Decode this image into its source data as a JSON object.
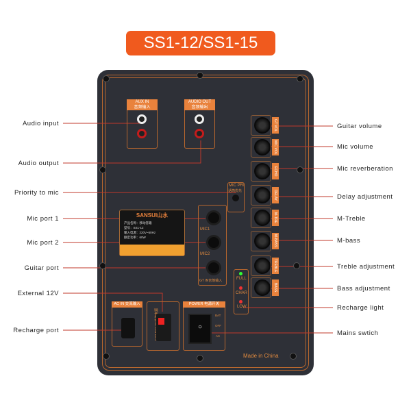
{
  "title": "SS1-12/SS1-15",
  "left_labels": [
    "Audio input",
    "Audio output",
    "Priority to mic",
    "Mic port 1",
    "Mic port 2",
    "Guitar port",
    "External 12V",
    "Recharge port"
  ],
  "right_labels": [
    "Guitar volume",
    "Mic volume",
    "Mic reverberation",
    "Delay adjustment",
    "M-Treble",
    "M-bass",
    "Treble adjustment",
    "Bass adjustment",
    "Recharge light",
    "Mains swtich"
  ],
  "panel": {
    "aux_in": "AUX IN",
    "aux_in_cn": "音频输入",
    "audio_out": "AUDIO OUT",
    "audio_out_cn": "音频输出",
    "mic_pri": "MIC PRI",
    "mic_pri_cn": "话筒优先",
    "mic1": "MIC1",
    "mic2": "MIC2",
    "gt_in": "GT IN吉他输入",
    "brand": "SANSUI山水",
    "spec": [
      "产品名称：移动音箱",
      "型号：SS1-12",
      "输入电源：220V~50Hz",
      "额定功率：60W"
    ],
    "full": "FULL",
    "char": "CHAR",
    "low": "LOW",
    "ac_in": "AC IN 交流输入",
    "ext_dc": "EXT DC12V外接电源",
    "power": "POWER 电源开关",
    "bat": "BAT",
    "off": "OFF",
    "ac": "AC",
    "made": "Made in China",
    "knob_tags": [
      "GT VOL",
      "MIC VOL",
      "ECHO",
      "DELAY",
      "M-TRE",
      "M-BASS",
      "TREBLE",
      "BASS"
    ]
  },
  "colors": {
    "accent": "#f05a1e",
    "panel": "#2e3037",
    "line": "#c0392b"
  }
}
